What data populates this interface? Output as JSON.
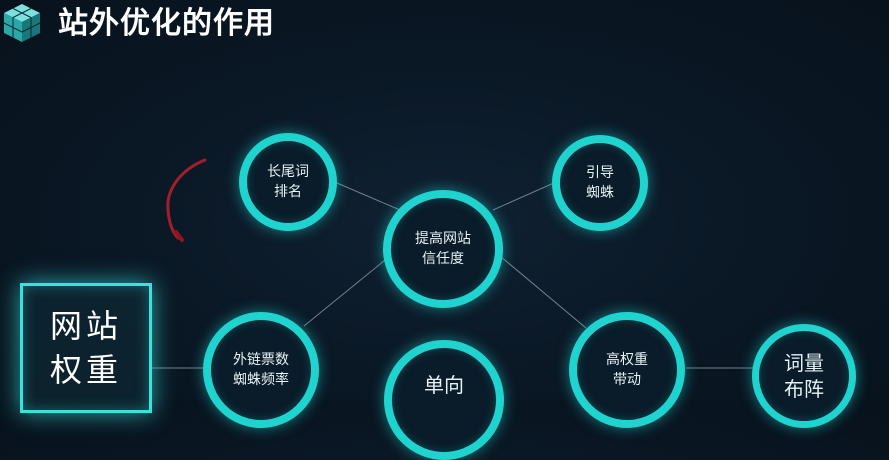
{
  "slide": {
    "title": "站外优化的作用",
    "accent_color": "#1fd3cf",
    "background_color": "#0a1724"
  },
  "nodes": {
    "long_tail": {
      "line1": "长尾词",
      "line2": "排名"
    },
    "guide_spider": {
      "line1": "引导",
      "line2": "蜘蛛"
    },
    "trust": {
      "line1": "提高网站",
      "line2": "信任度"
    },
    "external_links": {
      "line1": "外链票数",
      "line2": "蜘蛛频率"
    },
    "one_way": {
      "line1": "单向",
      "line2": ""
    },
    "high_weight": {
      "line1": "高权重",
      "line2": "带动"
    },
    "keyword_matrix": {
      "line1": "词量",
      "line2": "布阵"
    }
  },
  "side_box": {
    "line1": "网站",
    "line2": "权重"
  },
  "icons": {
    "logo": "cube-logo-icon",
    "pen_mark": "red-pen-stroke"
  }
}
